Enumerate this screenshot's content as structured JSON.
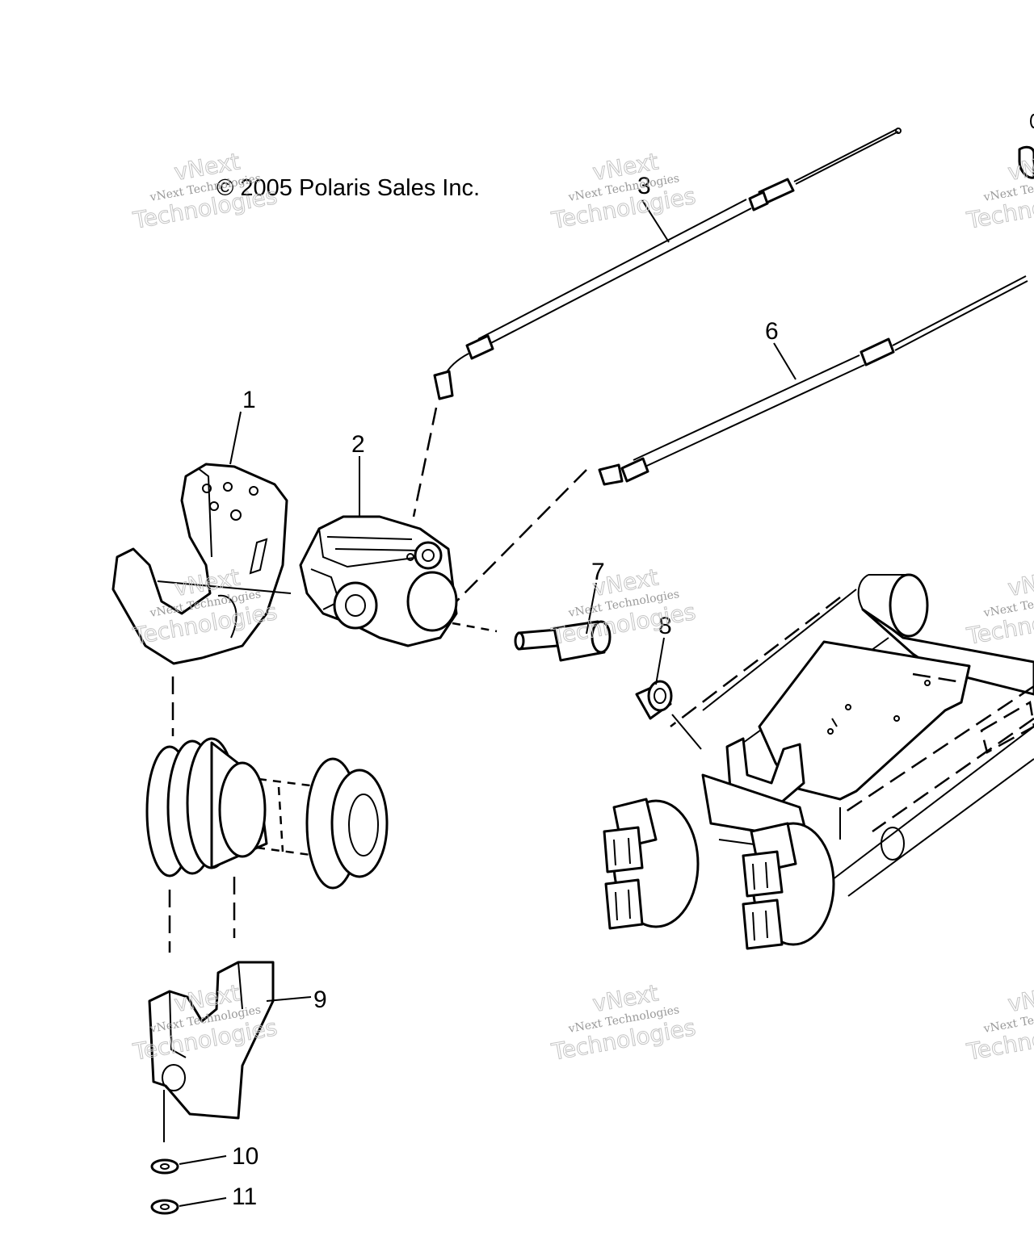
{
  "copyright": "© 2005 Polaris Sales Inc.",
  "watermark": {
    "line1": "vNext Technologies",
    "line2": "Technologies",
    "line3": "vNext"
  },
  "callouts": [
    {
      "id": "1",
      "label": "1"
    },
    {
      "id": "2",
      "label": "2"
    },
    {
      "id": "3",
      "label": "3"
    },
    {
      "id": "6",
      "label": "6"
    },
    {
      "id": "7",
      "label": "7"
    },
    {
      "id": "8",
      "label": "8"
    },
    {
      "id": "9",
      "label": "9"
    },
    {
      "id": "10",
      "label": "10"
    },
    {
      "id": "11",
      "label": "11"
    }
  ],
  "colors": {
    "ink": "#000000",
    "paper": "#ffffff",
    "watermark": "#b0b0b0"
  }
}
